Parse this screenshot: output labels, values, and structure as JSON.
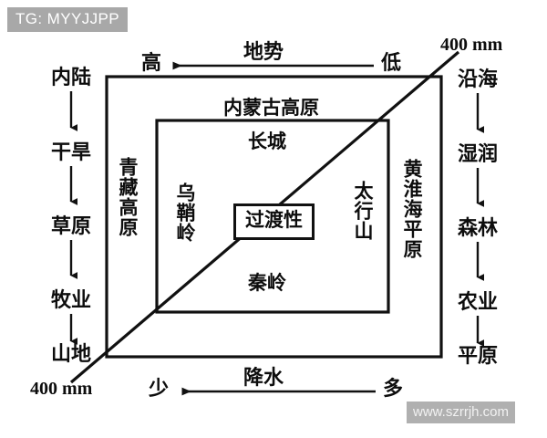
{
  "overlay": {
    "tg_tag": "TG: MYYJJPP",
    "site_watermark": "www.szrrjh.com"
  },
  "axes": {
    "top": {
      "title": "地势",
      "left_end": "高",
      "right_end": "低",
      "arrow_direction": "right-to-left"
    },
    "bottom": {
      "title": "降水",
      "left_end": "少",
      "right_end": "多",
      "arrow_direction": "right-to-left"
    }
  },
  "isohyet": {
    "top_right_label": "400 mm",
    "bottom_left_label": "400 mm"
  },
  "left_chain": {
    "items": [
      "内陆",
      "干旱",
      "草原",
      "牧业",
      "山地"
    ]
  },
  "right_chain": {
    "items": [
      "沿海",
      "湿润",
      "森林",
      "农业",
      "平原"
    ]
  },
  "regions": {
    "outer_left": "青藏高原",
    "outer_right": "黄淮海平原",
    "inner_top_outside": "内蒙古高原",
    "inner_top_inside": "长城",
    "inner_left": "乌鞘岭",
    "inner_right": "太行山",
    "inner_bottom": "秦岭",
    "center_box": "过渡性"
  },
  "colors": {
    "ink": "#111111",
    "paper": "#ffffff",
    "tag_bg": "#a8a8a8",
    "watermark_bg": "#b0b0b0"
  }
}
